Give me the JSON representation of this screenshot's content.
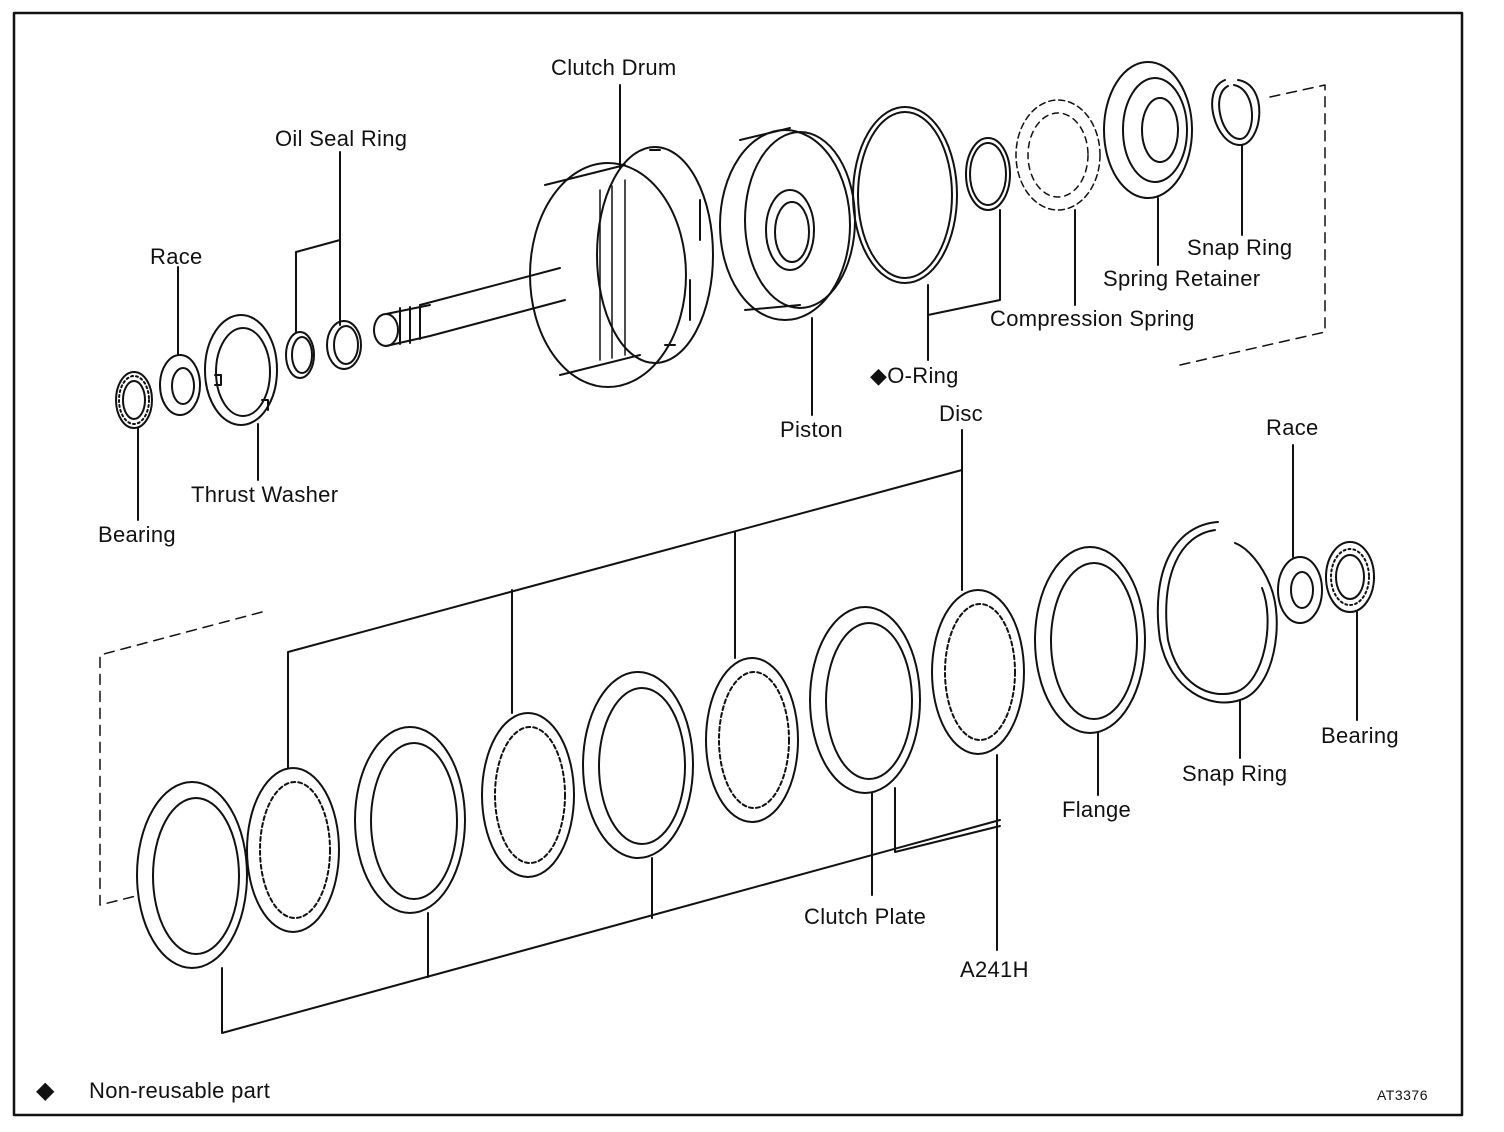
{
  "labels": {
    "clutch_drum": "Clutch Drum",
    "oil_seal_ring": "Oil Seal Ring",
    "race_top": "Race",
    "bearing_top": "Bearing",
    "thrust_washer": "Thrust Washer",
    "piston": "Piston",
    "o_ring": "O-Ring",
    "compression_spring": "Compression Spring",
    "spring_retainer": "Spring Retainer",
    "snap_ring_top": "Snap Ring",
    "disc": "Disc",
    "race_bottom": "Race",
    "bearing_bottom": "Bearing",
    "snap_ring_bottom": "Snap Ring",
    "flange": "Flange",
    "clutch_plate": "Clutch Plate",
    "model": "A241H"
  },
  "legend": {
    "symbol": "◆",
    "text": "Non-reusable part"
  },
  "figure_id": "AT3376",
  "colors": {
    "ink": "#111111",
    "paper": "#ffffff"
  }
}
